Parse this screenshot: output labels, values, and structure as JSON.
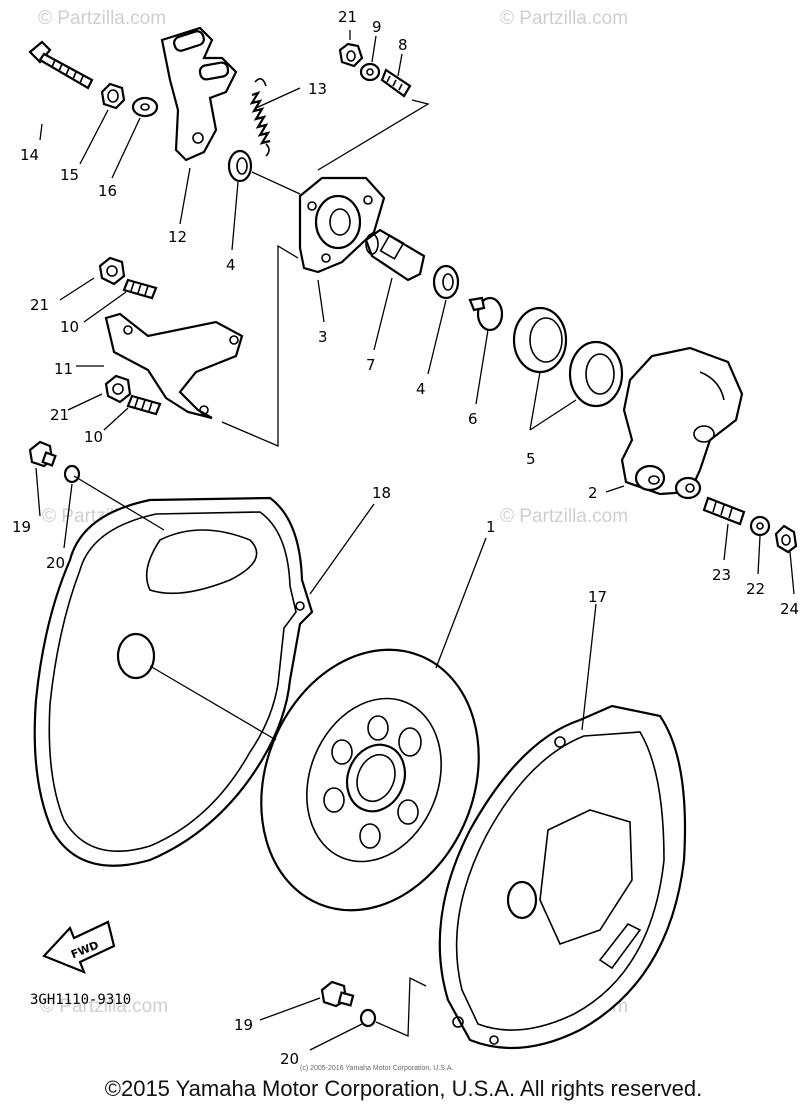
{
  "diagram": {
    "drawing_code": "3GH1110-9310",
    "fwd_label": "FWD",
    "small_copyright": "(c) 2005-2016 Yamaha Motor Corporation, U.S.A.",
    "footer": "©2015 Yamaha Motor Corporation, U.S.A. All rights reserved.",
    "watermark": "© Partzilla.com",
    "callouts": [
      "21",
      "9",
      "8",
      "14",
      "15",
      "16",
      "13",
      "12",
      "4",
      "3",
      "7",
      "4",
      "6",
      "5",
      "2",
      "21",
      "10",
      "11",
      "21",
      "10",
      "19",
      "20",
      "18",
      "1",
      "17",
      "23",
      "22",
      "24",
      "19",
      "20"
    ]
  }
}
